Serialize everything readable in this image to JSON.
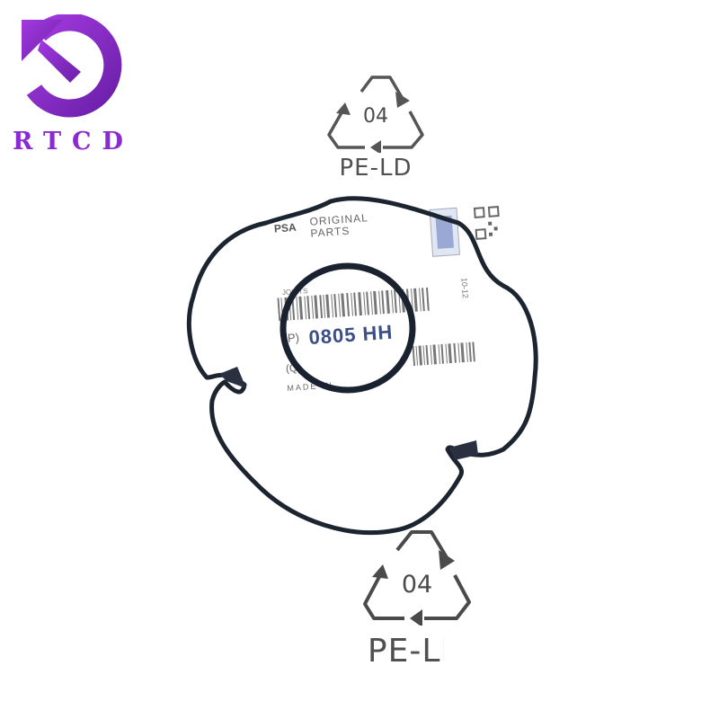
{
  "brand": {
    "name": "RTCD",
    "accent_color": "#8a2bd0",
    "icon": "circular-arrow-logo"
  },
  "recycling_marks": {
    "top": {
      "code": "04",
      "resin": "PE-LD"
    },
    "bottom": {
      "code": "04",
      "resin": "PE-LD"
    }
  },
  "part_label": {
    "brand": "PSA",
    "original_line1": "ORIGINAL",
    "original_line2": "PARTS",
    "category": "JOINTS",
    "part_prefix": "(P)",
    "part_number": "0805 HH",
    "quantity_prefix": "(Q)",
    "origin": "MADE IN",
    "side_text": "10-12"
  },
  "objects": {
    "large_gasket_color": "#1c2430",
    "small_oring_color": "#1a2230"
  }
}
